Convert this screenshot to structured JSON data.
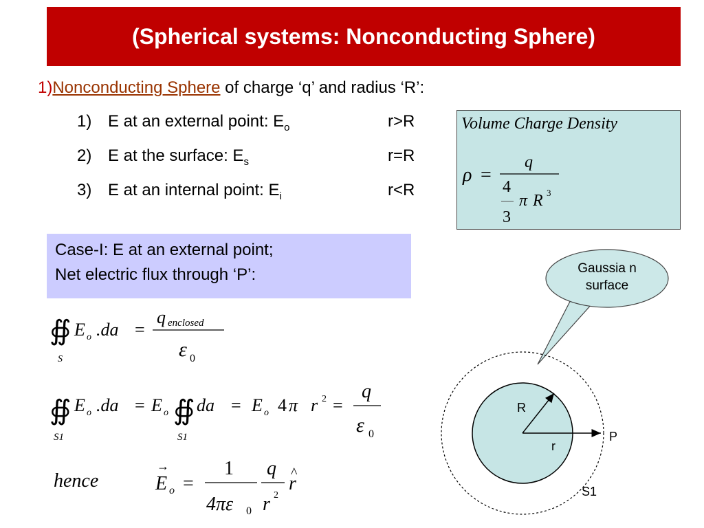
{
  "title": "(Spherical systems: Nonconducting Sphere)",
  "intro": {
    "number": "1)",
    "link_text": "Nonconducting Sphere",
    "rest": " of charge ‘q’ and radius ‘R’:"
  },
  "cases": [
    {
      "num": "1)",
      "text": "E at an external point: E",
      "sub": "o",
      "condition": "r>R"
    },
    {
      "num": "2)",
      "text": "E at the surface:  E",
      "sub": "s",
      "condition": "r=R"
    },
    {
      "num": "3)",
      "text": "E at an internal point: E",
      "sub": "i",
      "condition": "r<R"
    }
  ],
  "density": {
    "title": "Volume Charge Density",
    "rho": "ρ",
    "eq": "=",
    "numerator": "q",
    "frac_num": "4",
    "frac_den": "3",
    "pi": "π",
    "R": "R",
    "exp": "3"
  },
  "case_box": {
    "line1": "Case-I: E at an external point;",
    "line2": "Net electric flux through ‘P’:"
  },
  "eq1": {
    "integral": "∯",
    "sub": "S",
    "E": "E",
    "o": "o",
    "da": ".da",
    "eq": "=",
    "q": "q",
    "enclosed": "enclosed",
    "eps": "ε",
    "zero": "0"
  },
  "eq2": {
    "integral": "∯",
    "sub1": "S1",
    "E": "E",
    "o": "o",
    "da1": ".da",
    "eq_a": "=",
    "E2": "E",
    "o2": "o",
    "da2": "da",
    "sub2": "S1",
    "eq_b": "=",
    "E3": "E",
    "o3": "o",
    "four": "4",
    "pi": "π",
    "r": "r",
    "exp": "2",
    "eq_c": "=",
    "q": "q",
    "eps": "ε",
    "zero": "0"
  },
  "eq3": {
    "hence": "hence",
    "E": "E",
    "arrow": "→",
    "o": "o",
    "eq": "=",
    "one": "1",
    "four_pi_eps": "4πε",
    "zero": "0",
    "q": "q",
    "r": "r",
    "exp": "2",
    "rhat": "r",
    "hat": "^"
  },
  "figure": {
    "callout": "Gaussia n surface",
    "R": "R",
    "r": "r",
    "P": "P",
    "S1": "S1",
    "sphere_fill": "#c6e5e5",
    "callout_fill": "#cce8e8"
  },
  "colors": {
    "title_bg": "#c00000",
    "link": "#993300",
    "density_bg": "#c6e5e5",
    "case_bg": "#ccccff"
  }
}
